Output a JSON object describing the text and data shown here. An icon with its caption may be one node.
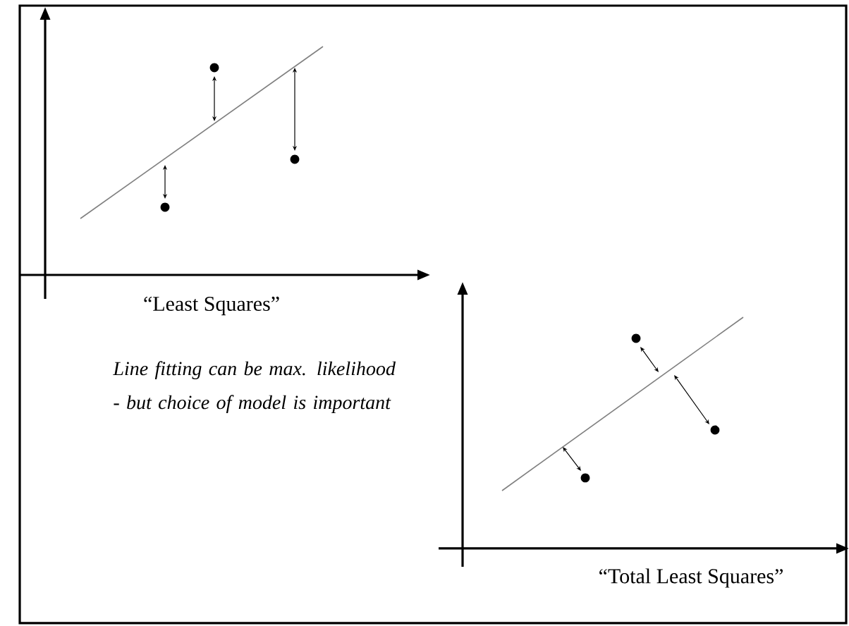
{
  "diagram": {
    "labels": [
      "“Least Squares”",
      "Line fitting can be max. likelihood - but choice of model is important",
      "“Total Least Squares”"
    ]
  }
}
